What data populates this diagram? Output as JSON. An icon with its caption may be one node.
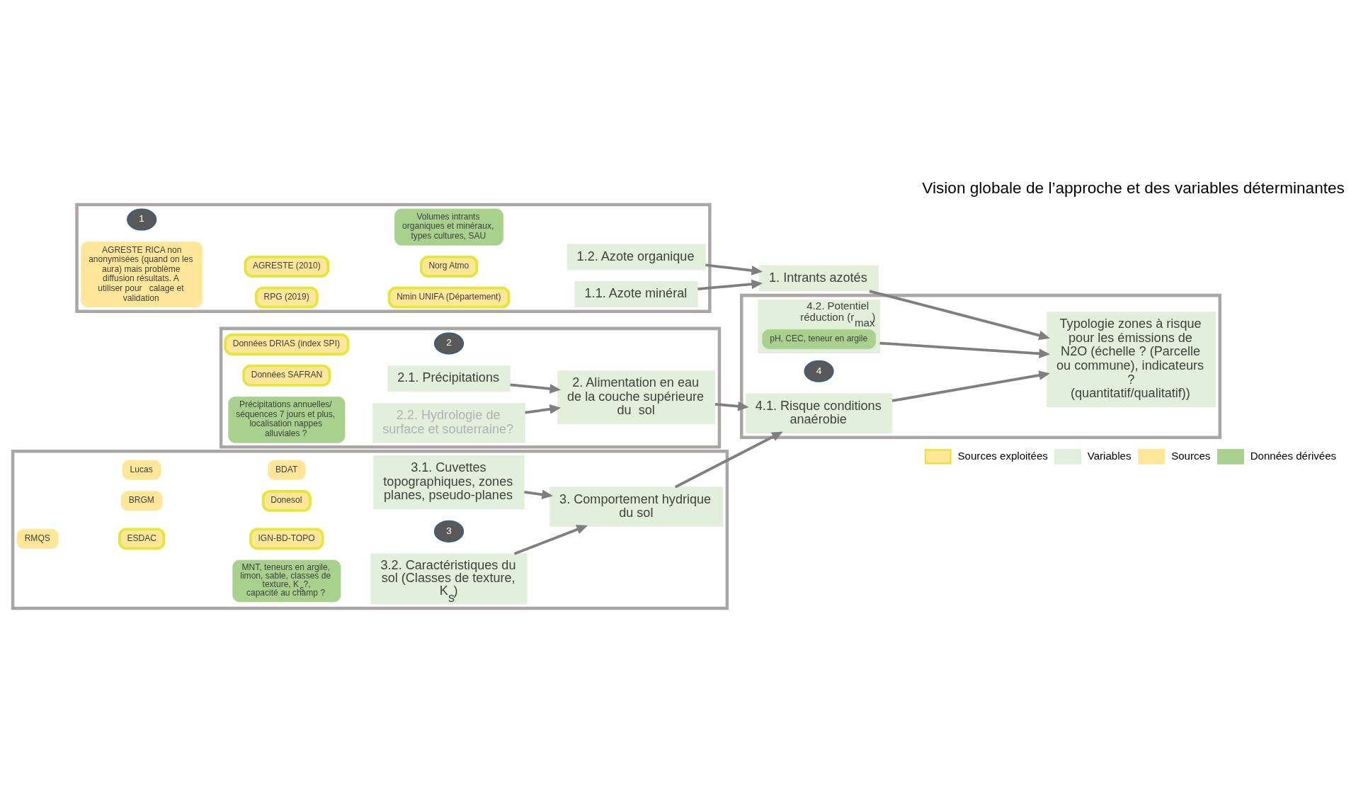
{
  "diagram": {
    "title": "Vision globale de l’approche et des variables déterminantes",
    "nodes": [
      {
        "text": [],
        "shape": "box"
      },
      {
        "text": [
          "1"
        ],
        "in": 0
      },
      {
        "text": [
          "AGRESTE RICA non anonymisées (quand on les aura) mais problème diffusion résultats. A utiliser pour   calage et validation"
        ],
        "in": 0
      },
      {
        "text": [
          "RPG (2019)"
        ],
        "in": 0
      },
      {
        "text": [
          "Nmin UNIFA (Département)"
        ],
        "in": 0
      },
      {
        "text": [
          "AGRESTE (2010)"
        ],
        "in": 0
      },
      {
        "text": [
          "Norg Atmo"
        ],
        "in": 0
      },
      {
        "text": [
          "1.1. Azote minéral"
        ],
        "in": 0
      },
      {
        "text": [
          "Volumes intrants organiques et minéraux, types cultures, SAU"
        ],
        "in": 0
      },
      {
        "text": [
          "1.2. Azote organique"
        ],
        "in": 0
      },
      {
        "text": [
          "1. Intrants azotés"
        ]
      },
      {
        "text": [],
        "shape": "box"
      },
      {
        "text": [
          "2"
        ],
        "in": 11
      },
      {
        "text": [
          "Données DRIAS (index SPI)"
        ],
        "in": 11
      },
      {
        "text": [
          "2.1. Précipitations"
        ],
        "in": 11
      },
      {
        "text": [
          "Données SAFRAN"
        ],
        "in": 11
      },
      {
        "text": [
          "2. Alimentation en eau de la couche supérieure du  sol"
        ],
        "in": 11
      },
      {
        "text": [
          "Précipitations annuelles/ séquences 7 jours et plus, localisation nappes alluviales ?"
        ],
        "in": 11
      },
      {
        "text": [
          "2.2. Hydrologie de surface et souterraine?"
        ],
        "in": 11
      },
      {
        "text": [],
        "shape": "box"
      },
      {
        "text": [
          "Lucas"
        ],
        "in": 19
      },
      {
        "text": [
          "BDAT"
        ],
        "in": 19
      },
      {
        "text": [
          "BRGM"
        ],
        "in": 19
      },
      {
        "text": [
          "Donesol"
        ],
        "in": 19
      },
      {
        "text": [
          "RMQS"
        ],
        "in": 19
      },
      {
        "text": [
          "ESDAC"
        ],
        "in": 19
      },
      {
        "text": [
          "IGN-BD-TOPO"
        ],
        "in": 19
      },
      {
        "text": [
          "3.1. Cuvettes topographiques, zones planes, pseudo-planes"
        ],
        "in": 19
      },
      {
        "text": [
          "3"
        ],
        "in": 19
      },
      {
        "text": [
          "3.2. Caractéristiques du sol (Classes de texture, K$_{s}$)"
        ],
        "in": 19
      },
      {
        "text": [
          "MNT, teneurs en argile, limon, sable, classes de texture, K$_{s}$?, capacité au champ ?"
        ],
        "in": 19
      },
      {
        "text": [
          "3. Comportement hydrique du sol"
        ],
        "in": 19
      },
      {
        "text": [],
        "shape": "box"
      },
      {
        "text": [
          "4"
        ],
        "in": 32
      },
      {
        "text": [
          "Typologie zones à risque pour les émissions de N2O (échelle ? (Parcelle ou commune), indicateurs ? (quantitatif/qualitatif))"
        ],
        "in": 32
      },
      {
        "text": [
          "4.1. Risque conditions anaérobie"
        ],
        "in": 32
      },
      {
        "text": [
          "4.2. Potentiel réduction (r$_{max}$)"
        ],
        "in": 32
      },
      {
        "text": [
          "pH, CEC, teneur en argile"
        ],
        "in": 36
      }
    ],
    "edges": [
      {
        "from": 7,
        "to": 10,
        "arrow": "to"
      },
      {
        "from": 9,
        "to": 10,
        "arrow": "to"
      },
      {
        "from": 10,
        "to": 34,
        "arrow": "to"
      },
      {
        "from": 14,
        "to": 16,
        "arrow": "to"
      },
      {
        "from": 18,
        "to": 16,
        "arrow": "to"
      },
      {
        "from": 16,
        "to": 35,
        "arrow": "to"
      },
      {
        "from": 27,
        "to": 31,
        "arrow": "to"
      },
      {
        "from": 29,
        "to": 31,
        "arrow": "to"
      },
      {
        "from": 31,
        "to": 35,
        "arrow": "to"
      },
      {
        "from": 35,
        "to": 34,
        "arrow": "to"
      },
      {
        "from": 36,
        "to": 34,
        "arrow": "to"
      }
    ],
    "legend": [
      {
        "text": "Sources exploitées",
        "color": "#ffe699"
      },
      {
        "text": "Variables",
        "color": "#e2efda"
      },
      {
        "text": "Sources",
        "color": "#ffe699"
      },
      {
        "text": "Données dérivées",
        "color": "#a9d18e"
      }
    ]
  }
}
